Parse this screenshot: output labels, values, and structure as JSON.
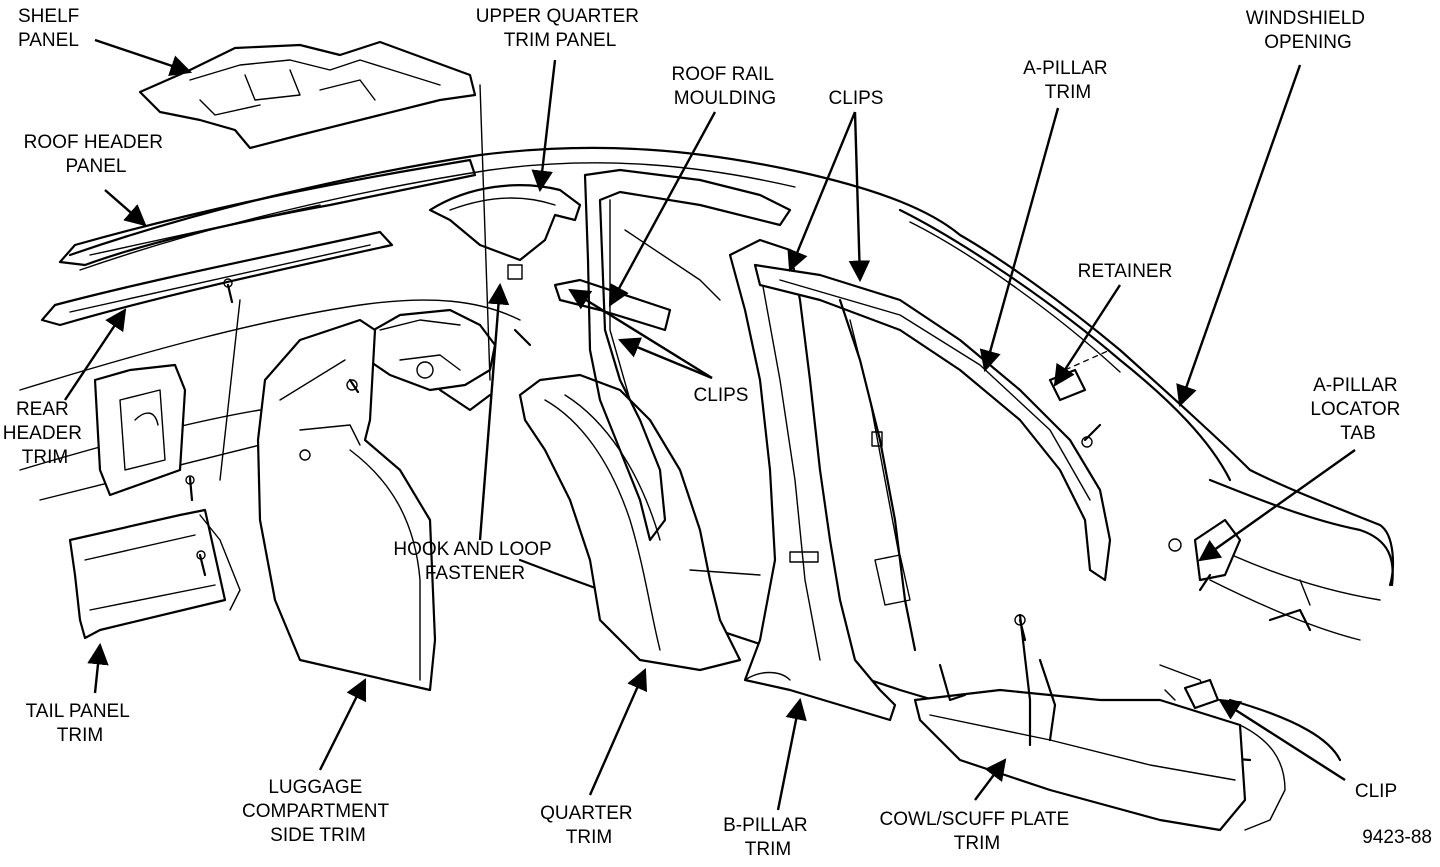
{
  "figure_id": "9423-88",
  "labels": {
    "shelf_panel": [
      "SHELF",
      "PANEL"
    ],
    "upper_quarter_trim_panel": [
      "UPPER QUARTER",
      "TRIM PANEL"
    ],
    "windshield_opening": [
      "WINDSHIELD",
      "OPENING"
    ],
    "roof_rail_moulding": [
      "ROOF RAIL",
      "MOULDING"
    ],
    "clips_top": [
      "CLIPS"
    ],
    "a_pillar_trim": [
      "A-PILLAR",
      "TRIM"
    ],
    "roof_header_panel": [
      "ROOF HEADER",
      "PANEL"
    ],
    "retainer": [
      "RETAINER"
    ],
    "clips_mid": [
      "CLIPS"
    ],
    "rear_header_trim": [
      "REAR",
      "HEADER",
      "TRIM"
    ],
    "a_pillar_locator_tab": [
      "A-PILLAR",
      "LOCATOR",
      "TAB"
    ],
    "hook_and_loop_fastener": [
      "HOOK AND LOOP",
      "FASTENER"
    ],
    "tail_panel_trim": [
      "TAIL PANEL",
      "TRIM"
    ],
    "clip": [
      "CLIP"
    ],
    "luggage_compartment_side_trim": [
      "LUGGAGE",
      "COMPARTMENT",
      "SIDE TRIM"
    ],
    "quarter_trim": [
      "QUARTER",
      "TRIM"
    ],
    "b_pillar_trim": [
      "B-PILLAR",
      "TRIM"
    ],
    "cowl_scuff_plate_trim": [
      "COWL/SCUFF PLATE",
      "TRIM"
    ]
  }
}
